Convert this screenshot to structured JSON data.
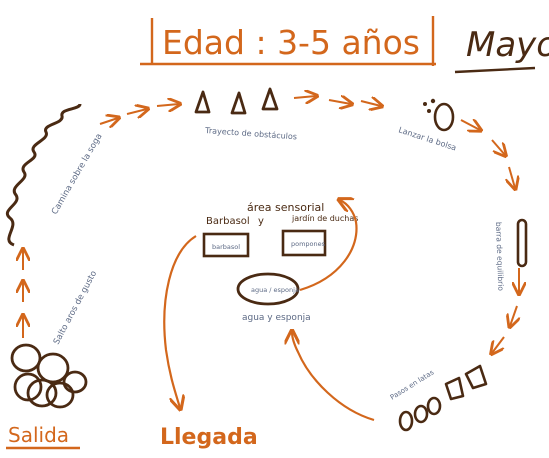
{
  "title": {
    "age_label": "Edad : 3-5 años",
    "month_label": "Mayo"
  },
  "start_label": "Salida",
  "finish_label": "Llegada",
  "stations": {
    "jump_circles": "Salto aros de gusto",
    "caterpillar": "Camina sobre la soga",
    "cones": "Trayecto de obstáculos",
    "ball_bag": "Lanzar la bolsa",
    "beam": "barra de equilibrio",
    "shoes_cans": "Pasos en latas",
    "sensory_area": {
      "title": "área sensorial",
      "left_heading": "Barbasol",
      "connector": "y",
      "right_heading": "jardín de duchas",
      "left_box": "barbasol",
      "right_box": "pompones",
      "oval_text": "agua / esponja",
      "under_oval": "agua y esponja"
    }
  },
  "colors": {
    "orange": "#d3671c",
    "brown": "#4a2a13",
    "ink_gray": "#5d6a85"
  }
}
